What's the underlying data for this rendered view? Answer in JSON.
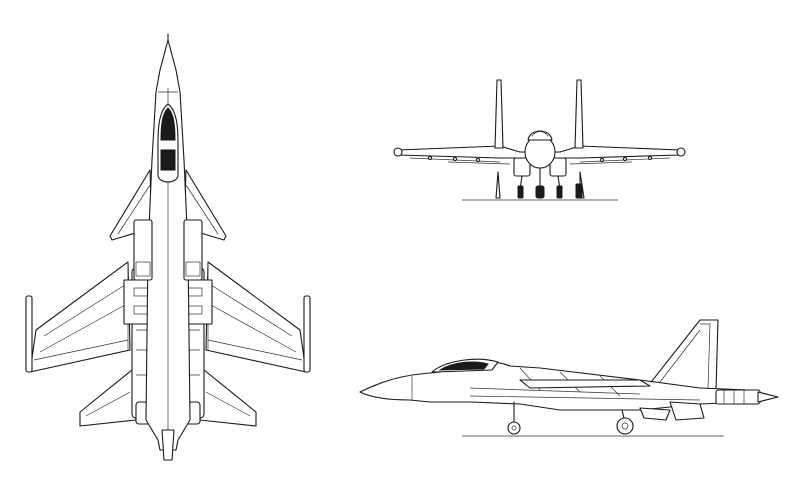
{
  "figure": {
    "type": "three-view line drawing",
    "views": [
      "top-view",
      "front-view",
      "side-view"
    ],
    "line_color": "#1a1a1a",
    "background": "#ffffff"
  }
}
